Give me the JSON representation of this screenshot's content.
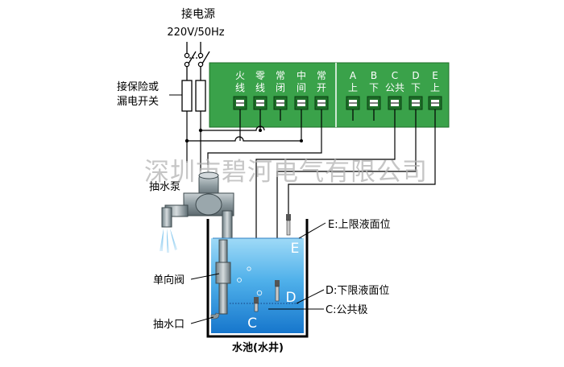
{
  "power": {
    "title": "接电源",
    "spec": "220V/50Hz"
  },
  "breaker_label": [
    "接保险或",
    "漏电开关"
  ],
  "controller": {
    "left_terminals": [
      {
        "top": "火",
        "bottom": "线"
      },
      {
        "top": "零",
        "bottom": "线"
      },
      {
        "top": "常",
        "bottom": "闭"
      },
      {
        "top": "中",
        "bottom": "间"
      },
      {
        "top": "常",
        "bottom": "开"
      }
    ],
    "right_terminals": [
      {
        "top": "A",
        "bottom": "上"
      },
      {
        "top": "B",
        "bottom": "下"
      },
      {
        "top": "C",
        "bottom": "公共"
      },
      {
        "top": "D",
        "bottom": "下"
      },
      {
        "top": "E",
        "bottom": "上"
      }
    ]
  },
  "watermark": "深圳市碧河电气有限公司",
  "pump_label": "抽水泵",
  "check_valve_label": "单向阀",
  "inlet_label": "抽水口",
  "tank_label": "水池(水井)",
  "probe_letters": {
    "E": "E",
    "D": "D",
    "C": "C"
  },
  "callouts": {
    "E": "E:上限液面位",
    "D": "D:下限液面位",
    "C": "C:公共极"
  },
  "colors": {
    "panel": "#3aa24a",
    "water_top": "#8fd2f5",
    "water_bottom": "#1a86d6",
    "wire": "#000000"
  }
}
